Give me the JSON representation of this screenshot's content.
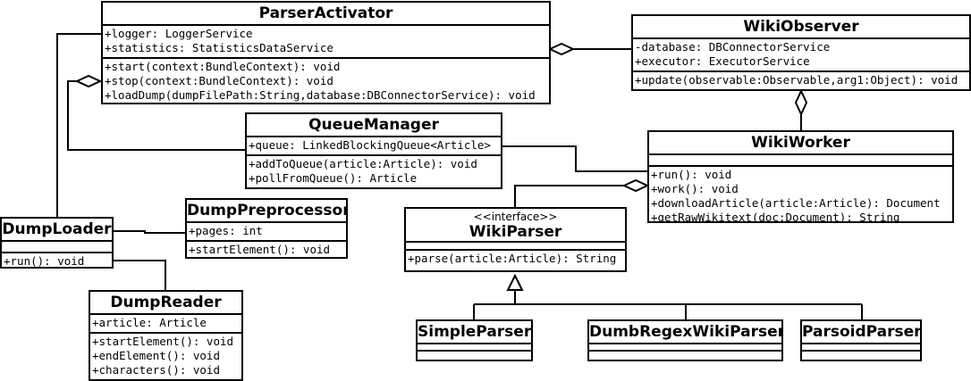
{
  "classes": {
    "parser_activator": {
      "name": "ParserActivator",
      "attributes": [
        "+logger: LoggerService",
        "+statistics: StatisticsDataService"
      ],
      "operations": [
        "+start(context:BundleContext): void",
        "+stop(context:BundleContext): void",
        "+loadDump(dumpFilePath:String,database:DBConnectorService): void"
      ]
    },
    "wiki_observer": {
      "name": "WikiObserver",
      "attributes": [
        "-database: DBConnectorService",
        "+executor: ExecutorService"
      ],
      "operations": [
        "+update(observable:Observable,arg1:Object): void"
      ]
    },
    "queue_manager": {
      "name": "QueueManager",
      "attributes": [
        "+queue: LinkedBlockingQueue<Article>"
      ],
      "operations": [
        "+addToQueue(article:Article): void",
        "+pollFromQueue(): Article"
      ]
    },
    "wiki_worker": {
      "name": "WikiWorker",
      "attributes": [],
      "operations": [
        "+run(): void",
        "+work(): void",
        "+downloadArticle(article:Article): Document",
        "+getRawWikitext(doc:Document): String"
      ]
    },
    "dump_loader": {
      "name": "DumpLoader",
      "attributes": [],
      "operations": [
        "+run(): void"
      ]
    },
    "dump_preprocessor": {
      "name": "DumpPreprocessor",
      "attributes": [
        "+pages: int"
      ],
      "operations": [
        "+startElement(): void"
      ]
    },
    "wiki_parser": {
      "stereotype": "<<interface>>",
      "name": "WikiParser",
      "attributes": [],
      "operations": [
        "+parse(article:Article): String"
      ]
    },
    "dump_reader": {
      "name": "DumpReader",
      "attributes": [
        "+article: Article"
      ],
      "operations": [
        "+startElement(): void",
        "+endElement(): void",
        "+characters(): void"
      ]
    },
    "simple_parser": {
      "name": "SimpleParser"
    },
    "dumb_regex_wiki_parser": {
      "name": "DumbRegexWikiParser"
    },
    "parsoid_parser": {
      "name": "ParsoidParser"
    }
  }
}
